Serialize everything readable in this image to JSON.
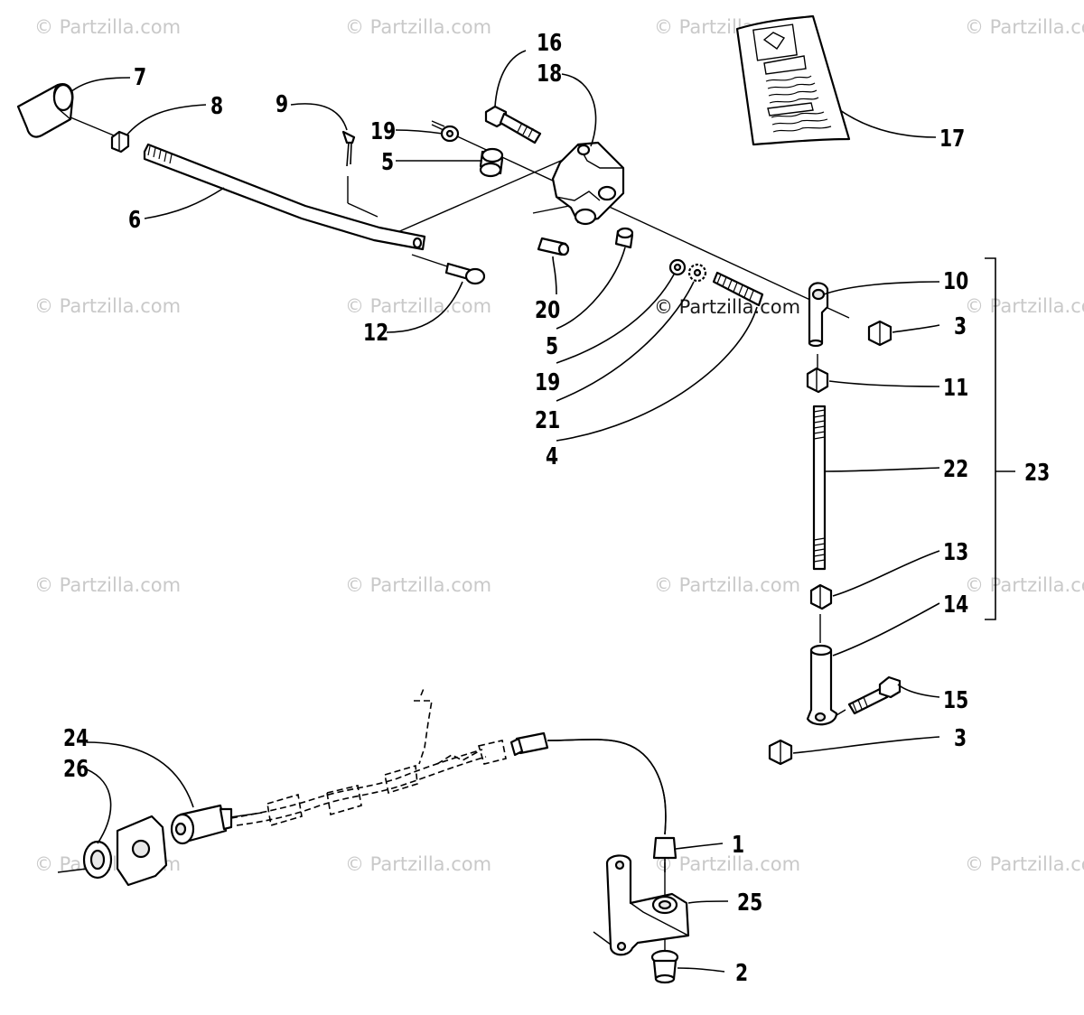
{
  "watermarks": [
    "© Partzilla.com",
    "© Partzilla.com"
  ],
  "callouts": {
    "c1": "1",
    "c2": "2",
    "c3a": "3",
    "c3b": "3",
    "c4": "4",
    "c5a": "5",
    "c5b": "5",
    "c6": "6",
    "c7": "7",
    "c8": "8",
    "c9": "9",
    "c10": "10",
    "c11": "11",
    "c12": "12",
    "c13": "13",
    "c14": "14",
    "c15": "15",
    "c16": "16",
    "c17": "17",
    "c18": "18",
    "c19a": "19",
    "c19b": "19",
    "c20": "20",
    "c21": "21",
    "c22": "22",
    "c23": "23",
    "c24": "24",
    "c25": "25",
    "c26": "26"
  },
  "parts": {
    "p1": "connector-boot-icon",
    "p2": "bushing-icon",
    "p3": "hex-nut-icon",
    "p4": "threaded-stud-icon",
    "p5": "spacer-icon",
    "p6": "shift-rod-icon",
    "p7": "shift-knob-icon",
    "p8": "jam-nut-icon",
    "p9": "cotter-pin-icon",
    "p10": "rod-end-icon",
    "p11": "jam-nut-icon",
    "p12": "clevis-pin-icon",
    "p13": "jam-nut-icon",
    "p14": "rod-end-icon",
    "p15": "cap-screw-icon",
    "p16": "cap-screw-icon",
    "p17": "warning-decal-icon",
    "p18": "shift-bracket-icon",
    "p19": "washer-icon",
    "p20": "roll-pin-icon",
    "p21": "lock-washer-icon",
    "p22": "threaded-link-rod-icon",
    "p24": "reverse-switch-icon",
    "p25": "switch-bracket-icon",
    "p26": "grommet-icon"
  }
}
